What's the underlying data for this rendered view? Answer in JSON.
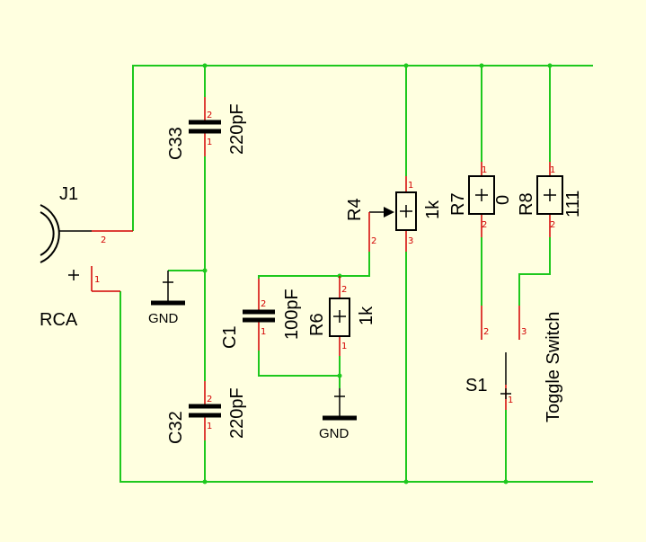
{
  "colors": {
    "background": "#ffffe0",
    "wire": "#1ec81e",
    "pin": "#d20000",
    "component": "#000000"
  },
  "components": {
    "c33": {
      "ref": "C33",
      "value": "220pF",
      "pin_top": "2",
      "pin_bottom": "1"
    },
    "c32": {
      "ref": "C32",
      "value": "220pF",
      "pin_top": "2",
      "pin_bottom": "1"
    },
    "c1": {
      "ref": "C1",
      "value": "100pF",
      "pin_top": "2",
      "pin_bottom": "1"
    },
    "r6": {
      "ref": "R6",
      "value": "1k",
      "pin_top": "2",
      "pin_bottom": "1"
    },
    "r4": {
      "ref": "R4",
      "value": "1k",
      "pin_top": "1",
      "pin_wiper": "2",
      "pin_bottom": "3"
    },
    "r7": {
      "ref": "R7",
      "value": "0",
      "pin_top": "1",
      "pin_bottom": "2"
    },
    "r8": {
      "ref": "R8",
      "value": "111",
      "pin_top": "1",
      "pin_bottom": "2"
    },
    "j1": {
      "ref": "J1",
      "value": "RCA",
      "pin_signal": "2",
      "pin_ground": "1"
    },
    "s1": {
      "ref": "S1",
      "value": "Toggle Switch",
      "pin_common": "1",
      "pin_a": "2",
      "pin_b": "3"
    }
  },
  "ground_labels": {
    "left": "GND",
    "center": "GND"
  }
}
